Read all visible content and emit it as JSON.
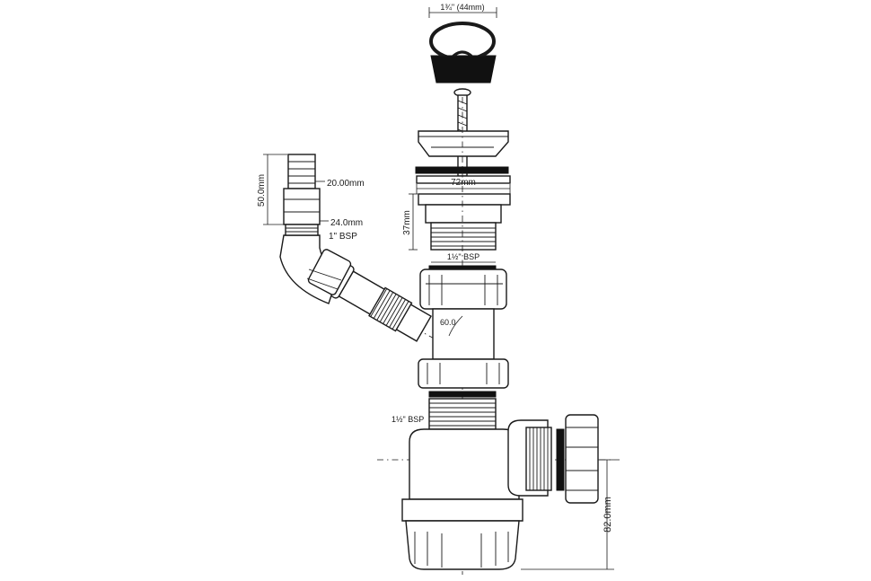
{
  "labels": {
    "plug_size": "1¾\" (44mm)",
    "flange_width": "72mm",
    "tail_height": "37mm",
    "tail_thread": "1½\" BSP",
    "nozzle_length": "50.0mm",
    "nozzle_tip_dia": "20.00mm",
    "nozzle_base_dia": "24.0mm",
    "nozzle_thread": "1\" BSP",
    "branch_angle": "60.0",
    "trap_inlet_thread": "1½\" BSP",
    "trap_height": "82.0mm"
  },
  "colors": {
    "line": "#1a1a1a",
    "fill": "#ffffff",
    "seal": "#111111"
  }
}
